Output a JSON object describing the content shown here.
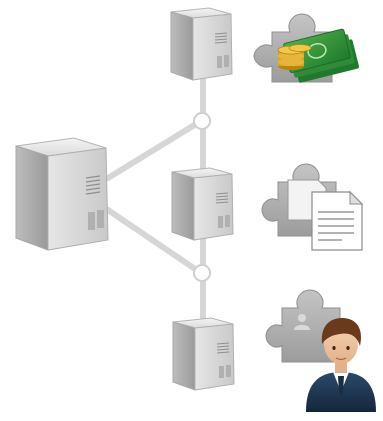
{
  "diagram": {
    "nodes": [
      {
        "id": "main-server",
        "kind": "tower-large",
        "icon": "server-tower-icon"
      },
      {
        "id": "server-top",
        "kind": "tower-small",
        "icon": "server-tower-icon"
      },
      {
        "id": "server-middle",
        "kind": "tower-small",
        "icon": "server-tower-icon"
      },
      {
        "id": "server-bottom",
        "kind": "tower-small",
        "icon": "server-tower-icon"
      }
    ],
    "modules": [
      {
        "id": "finance-module",
        "icon": "puzzle-money-icon",
        "attached_to": "server-top"
      },
      {
        "id": "documents-module",
        "icon": "puzzle-documents-icon",
        "attached_to": "server-middle"
      },
      {
        "id": "users-module",
        "icon": "puzzle-user-icon",
        "attached_to": "server-bottom"
      }
    ],
    "colors": {
      "connector": "#d6d6d6",
      "junction_fill": "#ffffff",
      "puzzle_gray": "#a8a8a8",
      "money_green": "#2e8b3a",
      "coin_gold": "#d9a520",
      "user_suit": "#1f3550",
      "user_hair": "#6b3a1c"
    }
  }
}
